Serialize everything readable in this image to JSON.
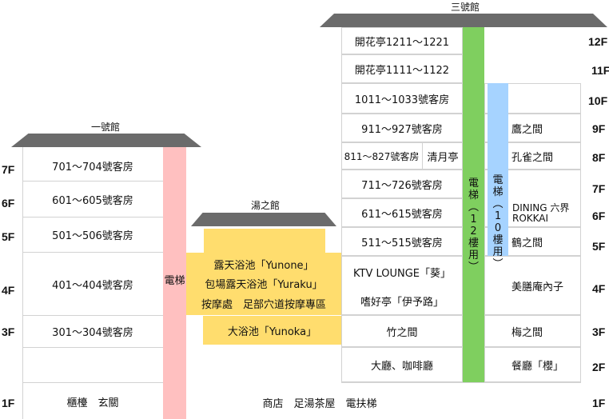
{
  "buildings": {
    "annex1": "一號館",
    "yu": "湯之館",
    "annex3": "三號館"
  },
  "floors_left": [
    "7F",
    "6F",
    "5F",
    "4F",
    "3F",
    "1F"
  ],
  "floors_right": [
    "12F",
    "11F",
    "10F",
    "9F",
    "8F",
    "7F",
    "6F",
    "5F",
    "4F",
    "3F",
    "2F",
    "1F"
  ],
  "annex1_rooms": {
    "f7": "701～704號客房",
    "f6": "601～605號客房",
    "f5": "501～506號客房",
    "f4": "401～404號客房",
    "f3": "301～304號客房",
    "f1": "櫃檯　玄關"
  },
  "annex1_elevator": "電梯",
  "yu_rooms": {
    "r1": "露天浴池「Yunone」",
    "r2": "包場露天浴池「Yuraku」",
    "r3": "按摩處　足部穴道按摩專區",
    "r4": "大浴池「Yunoka」"
  },
  "ground_floor": "商店　足湯茶屋　電扶梯",
  "annex3_rooms": {
    "f12": "開花亭1211～1221",
    "f11": "開花亭1111～1122",
    "f10": "1011～1033號客房",
    "f9": "911～927號客房",
    "f8a": "811～827號客房",
    "f8b": "清月亭",
    "f7": "711～726號客房",
    "f6": "611～615號客房",
    "f5": "511～515號客房",
    "f4a": "KTV LOUNGE「葵」",
    "f4b": "嗜好亭「伊予路」",
    "f3": "竹之間",
    "f2": "大廳、咖啡廳"
  },
  "annex3_elevator_green": [
    "電",
    "梯",
    "︵",
    "1",
    "2",
    "樓",
    "用",
    "︶"
  ],
  "annex3_elevator_blue": [
    "電",
    "梯",
    "︵",
    "1",
    "0",
    "樓",
    "用",
    "︶"
  ],
  "annex3_right_rooms": {
    "f9": "鷹之間",
    "f8": "孔雀之間",
    "f6a": "DINING 六界",
    "f6b": "ROKKAI",
    "f5": "鶴之間",
    "f4": "美膳庵內子",
    "f3": "梅之間",
    "f2": "餐廳「櫻」"
  },
  "colors": {
    "roof": "#6b6b6b",
    "pink": "#ffc0c0",
    "yellow": "#ffdd6e",
    "green": "#7fcf5f",
    "blue": "#a6d3ff"
  }
}
